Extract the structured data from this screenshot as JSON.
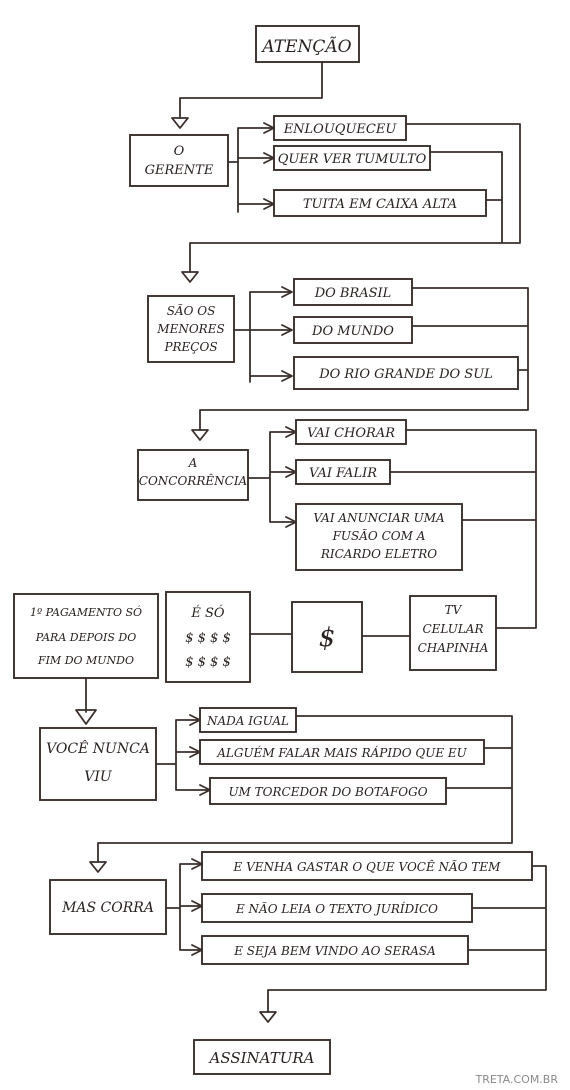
{
  "title": "ATENÇÃO",
  "s1": {
    "subject": [
      "O",
      "GERENTE"
    ],
    "options": [
      "ENLOUQUECEU",
      "QUER VER TUMULTO",
      "TUITA EM CAIXA ALTA"
    ]
  },
  "s2": {
    "subject": [
      "SÃO OS",
      "MENORES",
      "PREÇOS"
    ],
    "options": [
      "DO BRASIL",
      "DO MUNDO",
      "DO RIO GRANDE DO SUL"
    ]
  },
  "s3": {
    "subject": [
      "A",
      "CONCORRÊNCIA"
    ],
    "options": [
      "VAI CHORAR",
      "VAI FALIR"
    ],
    "option_multi": [
      "VAI ANUNCIAR UMA",
      "FUSÃO COM A",
      "RICARDO ELETRO"
    ]
  },
  "s4": {
    "payment": [
      "1º PAGAMENTO SÓ",
      "PARA DEPOIS DO",
      "FIM DO MUNDO"
    ],
    "money": [
      "É SÓ",
      "$ $ $ $",
      "$ $ $ $"
    ],
    "dollar": "$",
    "products": [
      "TV",
      "CELULAR",
      "CHAPINHA"
    ]
  },
  "s5": {
    "subject": [
      "VOCÊ NUNCA",
      "VIU"
    ],
    "options": [
      "NADA IGUAL",
      "ALGUÉM FALAR MAIS RÁPIDO QUE EU",
      "UM TORCEDOR DO BOTAFOGO"
    ]
  },
  "s6": {
    "subject": "MAS CORRA",
    "options": [
      "E VENHA GASTAR O QUE VOCÊ NÃO TEM",
      "E NÃO LEIA O TEXTO JURÍDICO",
      "E SEJA BEM VINDO AO SERASA"
    ]
  },
  "end": "ASSINATURA",
  "watermark": "TRETA.COM.BR",
  "colors": {
    "ink": "#2a2220",
    "watermark": "#8a8a8a",
    "paper": "#ffffff"
  }
}
